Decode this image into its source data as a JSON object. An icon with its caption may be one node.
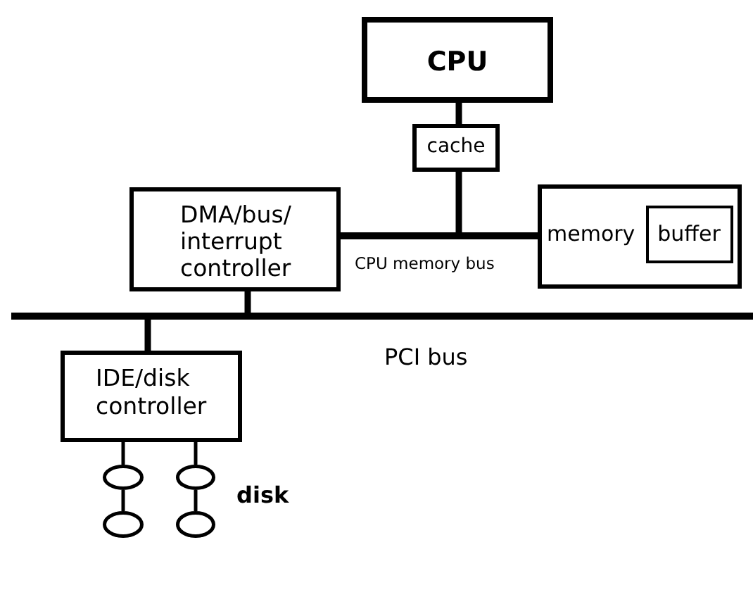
{
  "diagram": {
    "nodes": [
      {
        "text": [
          "CPU"
        ]
      },
      {
        "text": [
          "cache"
        ]
      },
      {
        "text": [
          "DMA/bus/ interrupt controller"
        ]
      },
      {
        "text": [
          "memory"
        ]
      },
      {
        "text": [
          "buffer"
        ],
        "in": 3
      },
      {
        "text": [],
        "shape": "bar",
        "beside": [
          "CPU memory bus"
        ]
      },
      {
        "text": [],
        "shape": "bar",
        "beside": [
          "PCI bus"
        ]
      },
      {
        "text": [
          "IDE/disk controller"
        ]
      },
      {
        "text": [],
        "shape": "ellipse"
      },
      {
        "text": [],
        "shape": "ellipse"
      },
      {
        "text": [],
        "shape": "ellipse"
      },
      {
        "text": [],
        "shape": "ellipse"
      }
    ],
    "edges": [
      {
        "from": 0,
        "to": 1,
        "arrow": "none",
        "style": "thick"
      },
      {
        "from": 1,
        "to": 5,
        "arrow": "none",
        "style": "thick"
      },
      {
        "from": 2,
        "to": 6,
        "arrow": "none",
        "style": "thick"
      },
      {
        "from": 6,
        "to": 7,
        "arrow": "none",
        "style": "thick"
      },
      {
        "from": 7,
        "to": 8,
        "arrow": "none"
      },
      {
        "from": 7,
        "to": 9,
        "arrow": "none"
      },
      {
        "from": 8,
        "to": 10,
        "arrow": "none"
      },
      {
        "from": 9,
        "to": 11,
        "arrow": "none"
      }
    ],
    "labels": [
      "disk"
    ]
  }
}
